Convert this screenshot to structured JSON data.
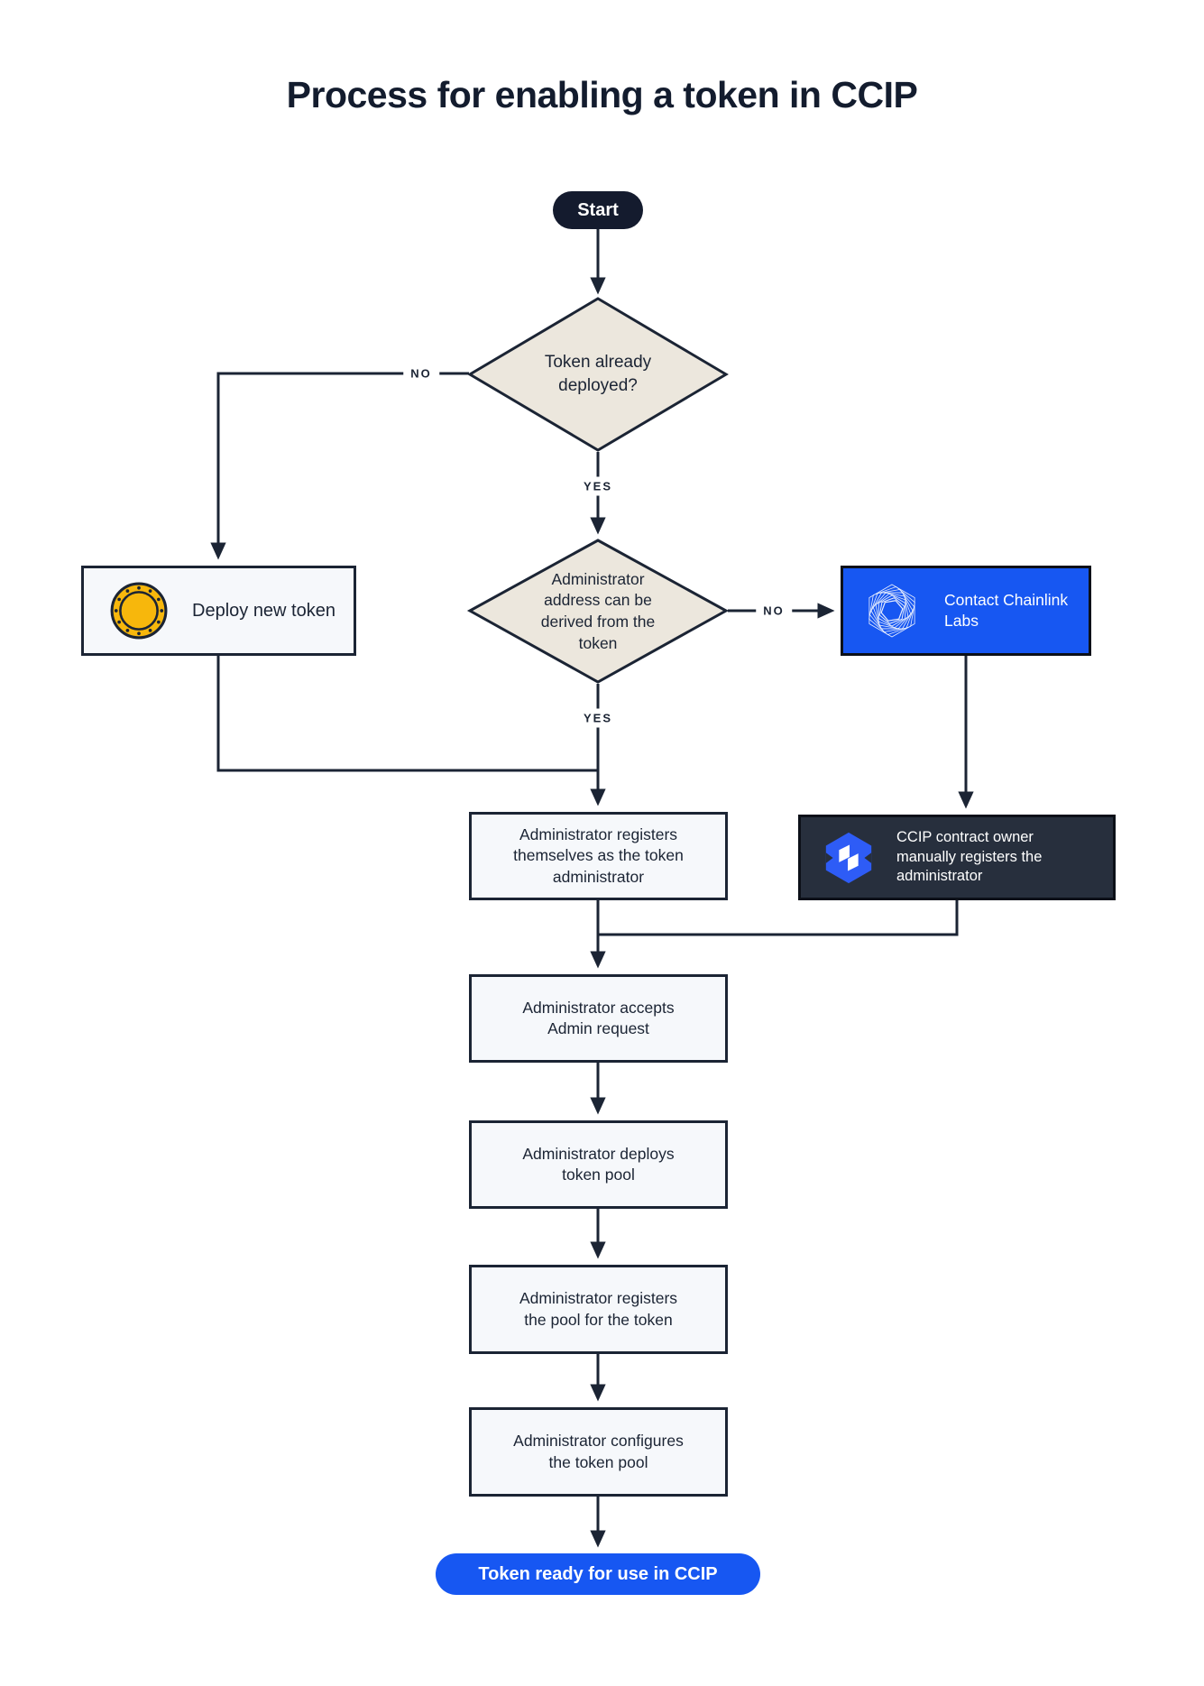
{
  "title": "Process for enabling a token in CCIP",
  "nodes": {
    "start": {
      "label": "Start",
      "type": "terminator"
    },
    "token_already_deployed": {
      "label": "Token already deployed?",
      "type": "decision"
    },
    "deploy_new_token": {
      "label": "Deploy new token",
      "type": "process",
      "icon": "coin-icon"
    },
    "admin_address_derivable": {
      "label": "Administrator address can be derived from the token",
      "type": "decision"
    },
    "contact_chainlink_labs": {
      "label": "Contact Chainlink Labs",
      "type": "process",
      "icon": "chainlink-logo-icon"
    },
    "admin_registers_self": {
      "label": "Administrator registers themselves as the token administrator",
      "type": "process"
    },
    "ccip_owner_registers": {
      "label": "CCIP contract owner manually registers the administrator",
      "type": "process",
      "icon": "ccip-logo-icon"
    },
    "admin_accepts_request": {
      "label": "Administrator accepts Admin request",
      "type": "process"
    },
    "admin_deploys_pool": {
      "label": "Administrator deploys token pool",
      "type": "process"
    },
    "admin_registers_pool": {
      "label": "Administrator registers the pool for the token",
      "type": "process"
    },
    "admin_configures_pool": {
      "label": "Administrator configures the token pool",
      "type": "process"
    },
    "token_ready": {
      "label": "Token ready for use in CCIP",
      "type": "terminator"
    }
  },
  "edges": [
    {
      "from": "start",
      "to": "token_already_deployed",
      "label": ""
    },
    {
      "from": "token_already_deployed",
      "to": "deploy_new_token",
      "label": "NO"
    },
    {
      "from": "token_already_deployed",
      "to": "admin_address_derivable",
      "label": "YES"
    },
    {
      "from": "admin_address_derivable",
      "to": "contact_chainlink_labs",
      "label": "NO"
    },
    {
      "from": "admin_address_derivable",
      "to": "admin_registers_self",
      "label": "YES"
    },
    {
      "from": "deploy_new_token",
      "to": "admin_registers_self",
      "label": ""
    },
    {
      "from": "contact_chainlink_labs",
      "to": "ccip_owner_registers",
      "label": ""
    },
    {
      "from": "admin_registers_self",
      "to": "admin_accepts_request",
      "label": ""
    },
    {
      "from": "ccip_owner_registers",
      "to": "admin_accepts_request",
      "label": ""
    },
    {
      "from": "admin_accepts_request",
      "to": "admin_deploys_pool",
      "label": ""
    },
    {
      "from": "admin_deploys_pool",
      "to": "admin_registers_pool",
      "label": ""
    },
    {
      "from": "admin_registers_pool",
      "to": "admin_configures_pool",
      "label": ""
    },
    {
      "from": "admin_configures_pool",
      "to": "token_ready",
      "label": ""
    }
  ],
  "colors": {
    "accent_blue": "#1757F2",
    "navy_line": "#1B2434",
    "diamond_fill": "#ECE7DD",
    "box_fill": "#F6F8FB",
    "dark_box_fill": "#272F3D",
    "coin_gold": "#F7B70C"
  }
}
